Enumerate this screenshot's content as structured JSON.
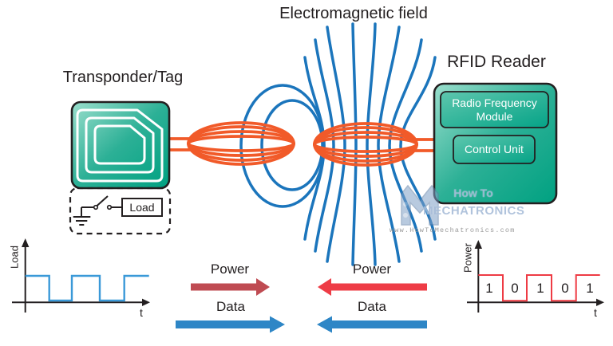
{
  "title": "Electromagnetic field",
  "transponder": {
    "label": "Transponder/Tag",
    "load_label": "Load"
  },
  "reader": {
    "label": "RFID Reader",
    "rf_module_label": "Radio Frequency Module",
    "control_unit_label": "Control Unit"
  },
  "flows": {
    "tag_to_reader": {
      "power_label": "Power",
      "data_label": "Data"
    },
    "reader_to_tag": {
      "power_label": "Power",
      "data_label": "Data"
    }
  },
  "load_plot": {
    "ylabel": "Load",
    "xlabel": "t",
    "waveform": [
      1,
      0,
      1,
      0,
      1
    ]
  },
  "power_plot": {
    "ylabel": "Power",
    "xlabel": "t",
    "bits": [
      "1",
      "0",
      "1",
      "0",
      "1"
    ],
    "waveform": [
      1,
      0,
      1,
      0,
      1
    ]
  },
  "watermark": {
    "brand_top": "How To",
    "brand_bottom": "MECHATRONICS",
    "url": "www.HowToMechatronics.com"
  },
  "colors": {
    "teal_dark": "#00a181",
    "teal_light": "#93dcca",
    "coil_orange": "#f15a29",
    "field_blue": "#1b75bc",
    "signal_blue": "#3a99d8",
    "signal_red": "#ee3b44",
    "power_arrow_muted": "#bf4b52",
    "power_arrow_bright": "#ee3c46",
    "data_arrow_blue": "#2e86c6",
    "ink": "#231f20"
  }
}
